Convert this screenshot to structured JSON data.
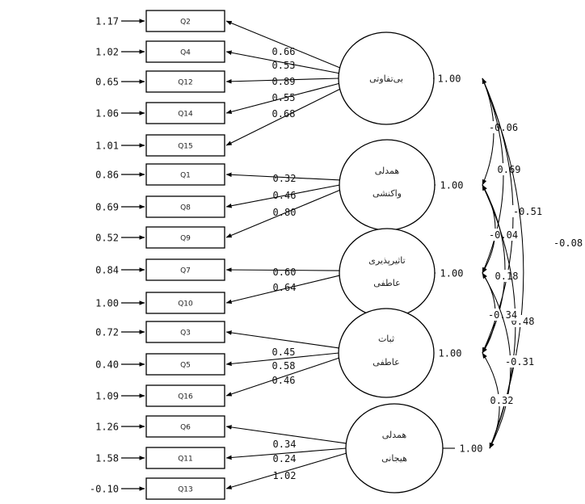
{
  "items": [
    {
      "label": "Q2",
      "error": "1.17"
    },
    {
      "label": "Q4",
      "error": "1.02"
    },
    {
      "label": "Q12",
      "error": "0.65"
    },
    {
      "label": "Q14",
      "error": "1.06"
    },
    {
      "label": "Q15",
      "error": "1.01"
    },
    {
      "label": "Q1",
      "error": "0.86"
    },
    {
      "label": "Q8",
      "error": "0.69"
    },
    {
      "label": "Q9",
      "error": "0.52"
    },
    {
      "label": "Q7",
      "error": "0.84"
    },
    {
      "label": "Q10",
      "error": "1.00"
    },
    {
      "label": "Q3",
      "error": "0.72"
    },
    {
      "label": "Q5",
      "error": "0.40"
    },
    {
      "label": "Q16",
      "error": "1.09"
    },
    {
      "label": "Q6",
      "error": "1.26"
    },
    {
      "label": "Q11",
      "error": "1.58"
    },
    {
      "label": "Q13",
      "error": "-0.10"
    }
  ],
  "factors": [
    {
      "name_lines": [
        "بی‌تفاوتی"
      ],
      "variance": "1.00",
      "loadings": [
        {
          "item": 0,
          "value": "0.66"
        },
        {
          "item": 1,
          "value": "0.53"
        },
        {
          "item": 2,
          "value": "0.89"
        },
        {
          "item": 3,
          "value": "0.55"
        },
        {
          "item": 4,
          "value": "0.68"
        }
      ]
    },
    {
      "name_lines": [
        "همدلی",
        "واکنشی"
      ],
      "variance": "1.00",
      "loadings": [
        {
          "item": 5,
          "value": "0.32"
        },
        {
          "item": 6,
          "value": "0.46"
        },
        {
          "item": 7,
          "value": "0.80"
        }
      ]
    },
    {
      "name_lines": [
        "تاثیرپذیری",
        "عاطفی"
      ],
      "variance": "1.00",
      "loadings": [
        {
          "item": 8,
          "value": "0.60"
        },
        {
          "item": 9,
          "value": "0.64"
        }
      ]
    },
    {
      "name_lines": [
        "ثبات",
        "عاطفی"
      ],
      "variance": "1.00",
      "loadings": [
        {
          "item": 10,
          "value": "0.45"
        },
        {
          "item": 11,
          "value": "0.58"
        },
        {
          "item": 12,
          "value": "0.46"
        }
      ]
    },
    {
      "name_lines": [
        "همدلی",
        "هیجانی"
      ],
      "variance": "1.00",
      "loadings": [
        {
          "item": 13,
          "value": "0.34"
        },
        {
          "item": 14,
          "value": "0.24"
        },
        {
          "item": 15,
          "value": "1.02"
        }
      ]
    }
  ],
  "correlations": [
    {
      "from": 0,
      "to": 1,
      "value": "-0.06"
    },
    {
      "from": 0,
      "to": 2,
      "value": "0.69"
    },
    {
      "from": 0,
      "to": 3,
      "value": "-0.51"
    },
    {
      "from": 0,
      "to": 4,
      "value": "-0.08"
    },
    {
      "from": 1,
      "to": 2,
      "value": "-0.04"
    },
    {
      "from": 1,
      "to": 3,
      "value": "0.18"
    },
    {
      "from": 1,
      "to": 4,
      "value": "0.48"
    },
    {
      "from": 2,
      "to": 3,
      "value": "-0.34"
    },
    {
      "from": 2,
      "to": 4,
      "value": "-0.31"
    },
    {
      "from": 3,
      "to": 4,
      "value": "0.32"
    }
  ]
}
